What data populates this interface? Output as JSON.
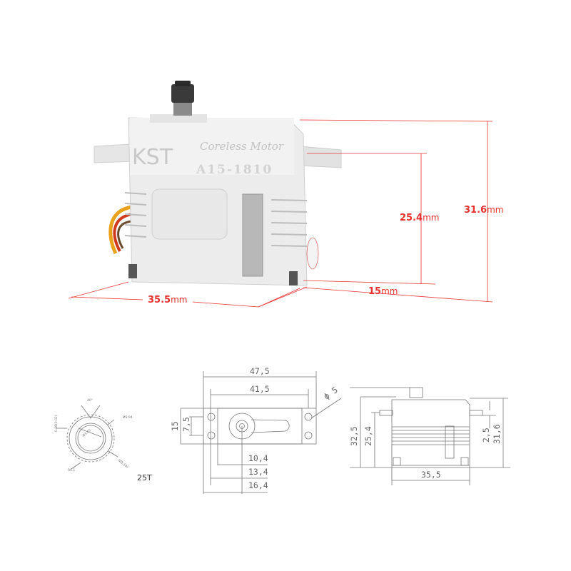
{
  "product": {
    "brand": "KST",
    "subtitle": "Coreless Motor",
    "model": "A15-1810"
  },
  "photo_dimensions": {
    "height_total": {
      "value": "31.6",
      "unit": "mm"
    },
    "height_case": {
      "value": "25.4",
      "unit": "mm"
    },
    "length": {
      "value": "35.5",
      "unit": "mm"
    },
    "width": {
      "value": "15",
      "unit": "mm"
    },
    "color": "#e8322f"
  },
  "gear_drawing": {
    "teeth": "25T",
    "angle": "40°",
    "outer_diameter": "Ø5.94",
    "root_diameter": "(Ø5.10)",
    "inner_diameter": "Ø3.40",
    "radius": "R0.1",
    "tolerance": "0.18(0.02)"
  },
  "top_view": {
    "overall_length": "47,5",
    "hole_spacing": "41,5",
    "width": "15",
    "half_width": "7,5",
    "hole_diameter": "ϕ 5",
    "offset_1": "10,4",
    "offset_2": "13,4",
    "offset_3": "16,4"
  },
  "side_view": {
    "height_with_spline": "32,5",
    "case_height": "25,4",
    "ear_thickness": "2,5",
    "height": "31,6",
    "length": "35,5"
  }
}
